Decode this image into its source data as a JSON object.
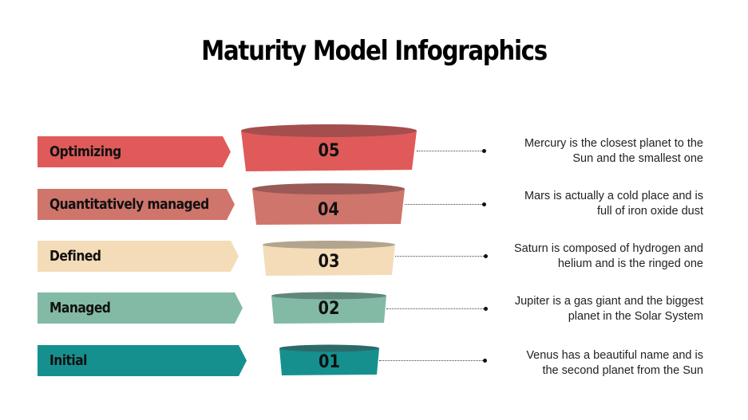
{
  "title": "Maturity Model Infographics",
  "levels": [
    {
      "label": "Optimizing",
      "number": "05",
      "description_line1": "Mercury is the closest planet to the",
      "description_line2": "Sun and the smallest one",
      "color": "#E05A5A",
      "top_color": "#A54E4E"
    },
    {
      "label": "Quantitatively managed",
      "number": "04",
      "description_line1": "Mars is actually a cold place and is",
      "description_line2": "full of iron oxide dust",
      "color": "#CF756B",
      "top_color": "#9A5A55"
    },
    {
      "label": "Defined",
      "number": "03",
      "description_line1": "Saturn is composed of hydrogen and",
      "description_line2": "helium and is the ringed one",
      "color": "#F4DCB8",
      "top_color": "#B3A48E"
    },
    {
      "label": "Managed",
      "number": "02",
      "description_line1": "Jupiter is a gas giant and the biggest",
      "description_line2": "planet in the Solar System",
      "color": "#82BAA5",
      "top_color": "#5F877A"
    },
    {
      "label": "Initial",
      "number": "01",
      "description_line1": "Venus has a beautiful name and is",
      "description_line2": "the second planet from the Sun",
      "color": "#16908F",
      "top_color": "#2A6B6A"
    }
  ]
}
